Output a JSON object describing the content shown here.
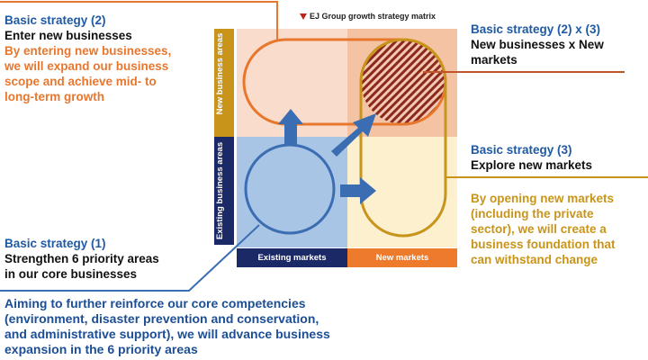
{
  "matrix": {
    "title": "EJ Group growth strategy matrix",
    "axes": {
      "y_top": "New business areas",
      "y_bottom": "Existing business areas",
      "x_left": "Existing markets",
      "x_right": "New markets"
    }
  },
  "strategy2": {
    "heading": "Basic strategy (2)",
    "title": "Enter new businesses",
    "desc": [
      "By entering new businesses,",
      "we will expand our business",
      "scope and achieve mid- to",
      "long-term growth"
    ]
  },
  "strategy23": {
    "heading": "Basic strategy (2) x (3)",
    "title": [
      "New businesses x New",
      "markets"
    ]
  },
  "strategy3": {
    "heading": "Basic strategy (3)",
    "title": "Explore new markets",
    "desc": [
      "By opening new markets",
      "(including the private",
      "sector), we will create a",
      "business foundation that",
      "can withstand change"
    ]
  },
  "strategy1": {
    "heading": "Basic strategy (1)",
    "title": [
      "Strengthen 6 priority areas",
      "in our core businesses"
    ],
    "desc": [
      "Aiming to further reinforce our core competencies",
      "(environment, disaster prevention and conservation,",
      "and administrative support), we will advance business",
      "expansion in the 6 priority areas"
    ]
  },
  "colors": {
    "blue_text": "#1f5aa3",
    "orange": "#e8772e",
    "gold": "#c8951a",
    "navy": "#1b2a66",
    "arrow_blue": "#3b6db3"
  }
}
